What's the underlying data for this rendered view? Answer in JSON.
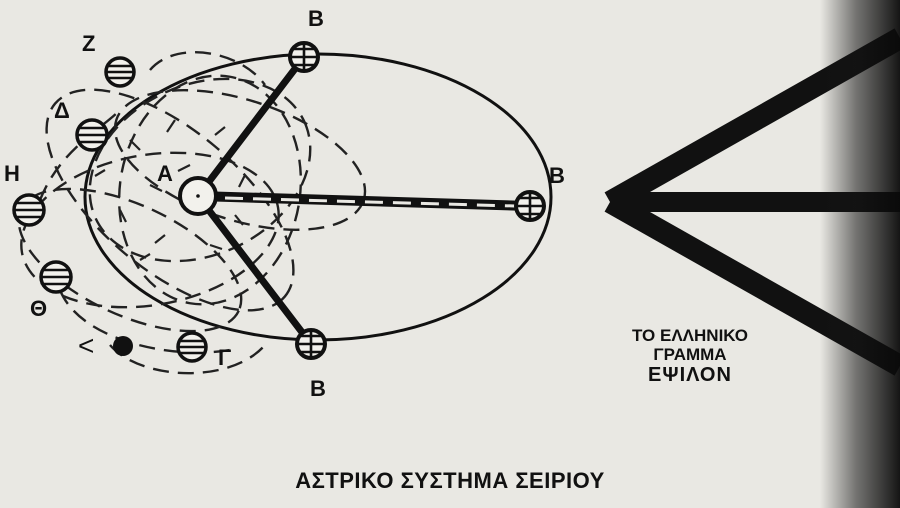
{
  "diagram": {
    "caption": "ΑΣΤΡΙΚΟ ΣΥΣΤΗΜΑ ΣΕΙΡΙΟΥ",
    "center_label": "Α",
    "b_labels": [
      "Β",
      "Β",
      "Β"
    ],
    "planet_labels": {
      "z": "Ζ",
      "delta": "Δ",
      "eta": "Η",
      "theta": "Θ",
      "gamma": "Γ"
    },
    "arrow_glyph": "<",
    "epsilon_note": [
      "ΤΟ ΕΛΛΗΝΙΚΟ",
      "ΓΡΑΜΜΑ",
      "ΕΨΙΛΟΝ"
    ]
  },
  "colors": {
    "paper": "#e9e8e3",
    "ink": "#111111"
  }
}
